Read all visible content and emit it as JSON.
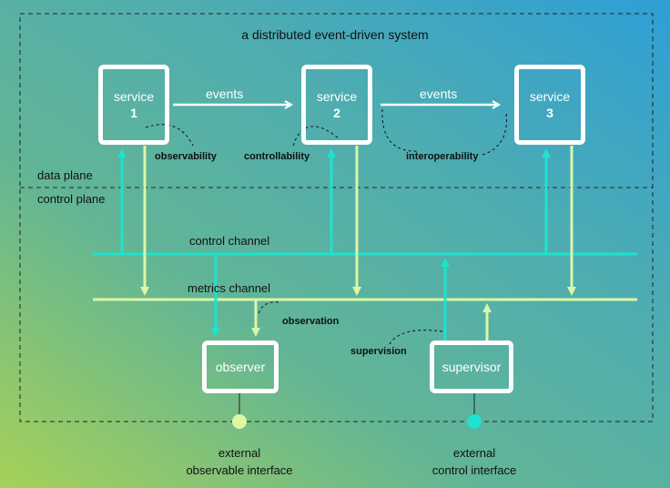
{
  "system_title": "a distributed event-driven system",
  "planes": {
    "data": "data plane",
    "control": "control plane"
  },
  "channels": {
    "control": "control channel",
    "metrics": "metrics channel"
  },
  "services": [
    {
      "label": "service",
      "number": "1"
    },
    {
      "label": "service",
      "number": "2"
    },
    {
      "label": "service",
      "number": "3"
    }
  ],
  "event_labels": [
    "events",
    "events"
  ],
  "annotations": {
    "observability": "observability",
    "controllability": "controllability",
    "interoperability": "interoperability",
    "observation": "observation",
    "supervision": "supervision"
  },
  "components": {
    "observer": "observer",
    "supervisor": "supervisor"
  },
  "interfaces": {
    "observable": {
      "line1": "external",
      "line2": "observable interface"
    },
    "control": {
      "line1": "external",
      "line2": "control interface"
    }
  },
  "colors": {
    "control_channel": "#1de3cf",
    "metrics_channel": "#dcf7a6",
    "box_border": "#ffffff",
    "text": "#111111"
  }
}
